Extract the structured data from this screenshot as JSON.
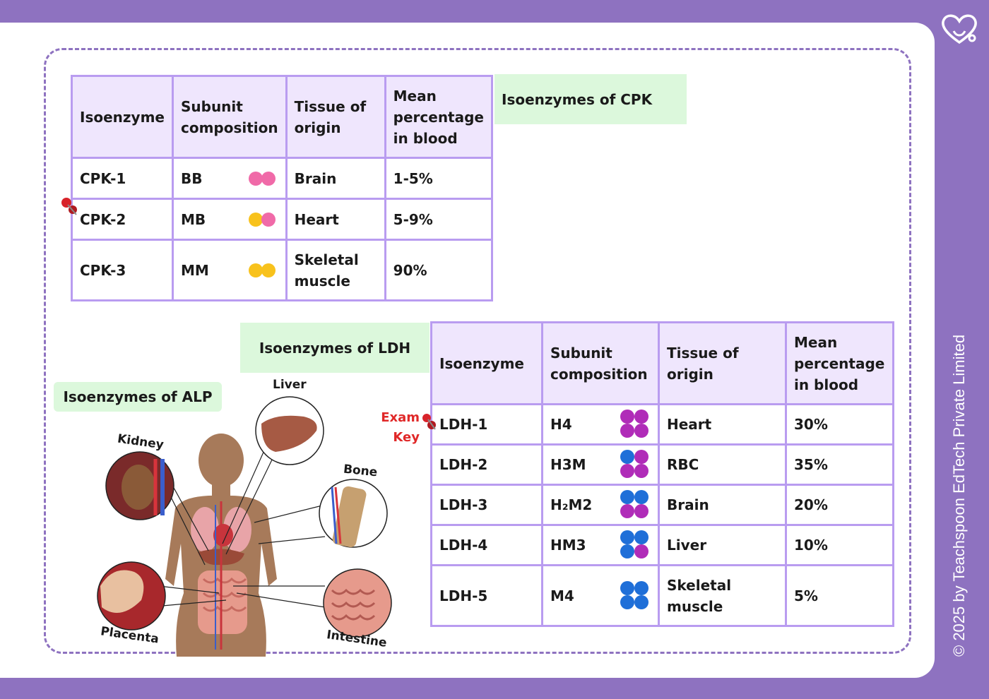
{
  "brand": {
    "logo_icon": "heart-stethoscope-icon",
    "copyright": "© 2025 by Teachspoon EdTech Private Limited"
  },
  "cpk": {
    "label": "Isoenzymes of CPK",
    "headers": [
      "Isoenzyme",
      "Subunit composition",
      "Tissue of origin",
      "Mean percentage in blood"
    ],
    "rows": [
      {
        "name": "CPK-1",
        "subunit": "BB",
        "tissue": "Brain",
        "percent": "1-5%",
        "dots": [
          "#f06aa8",
          "#f06aa8"
        ]
      },
      {
        "name": "CPK-2",
        "subunit": "MB",
        "tissue": "Heart",
        "percent": "5-9%",
        "dots": [
          "#f8c21c",
          "#f06aa8"
        ]
      },
      {
        "name": "CPK-3",
        "subunit": "MM",
        "tissue": "Skeletal muscle",
        "percent": "90%",
        "dots": [
          "#f8c21c",
          "#f8c21c"
        ]
      }
    ]
  },
  "ldh": {
    "label": "Isoenzymes of LDH",
    "headers": [
      "Isoenzyme",
      "Subunit composition",
      "Tissue of origin",
      "Mean percentage in blood"
    ],
    "rows": [
      {
        "name": "LDH-1",
        "subunit": "H4",
        "tissue": "Heart",
        "percent": "30%",
        "dots": [
          "#b02cb8",
          "#b02cb8",
          "#b02cb8",
          "#b02cb8"
        ]
      },
      {
        "name": "LDH-2",
        "subunit": "H3M",
        "tissue": "RBC",
        "percent": "35%",
        "dots": [
          "#1f6fd8",
          "#b02cb8",
          "#b02cb8",
          "#b02cb8"
        ]
      },
      {
        "name": "LDH-3",
        "subunit": "H₂M2",
        "tissue": "Brain",
        "percent": "20%",
        "dots": [
          "#1f6fd8",
          "#1f6fd8",
          "#b02cb8",
          "#b02cb8"
        ]
      },
      {
        "name": "LDH-4",
        "subunit": "HM3",
        "tissue": "Liver",
        "percent": "10%",
        "dots": [
          "#1f6fd8",
          "#1f6fd8",
          "#1f6fd8",
          "#b02cb8"
        ]
      },
      {
        "name": "LDH-5",
        "subunit": "M4",
        "tissue": "Skeletal muscle",
        "percent": "5%",
        "dots": [
          "#1f6fd8",
          "#1f6fd8",
          "#1f6fd8",
          "#1f6fd8"
        ]
      }
    ]
  },
  "alp": {
    "label": "Isoenzymes of ALP",
    "organs": {
      "liver": "Liver",
      "kidney": "Kidney",
      "bone": "Bone",
      "placenta": "Placenta",
      "intestine": "Intestine"
    }
  },
  "exam_key": {
    "line1": "Exam",
    "line2": "Key"
  }
}
